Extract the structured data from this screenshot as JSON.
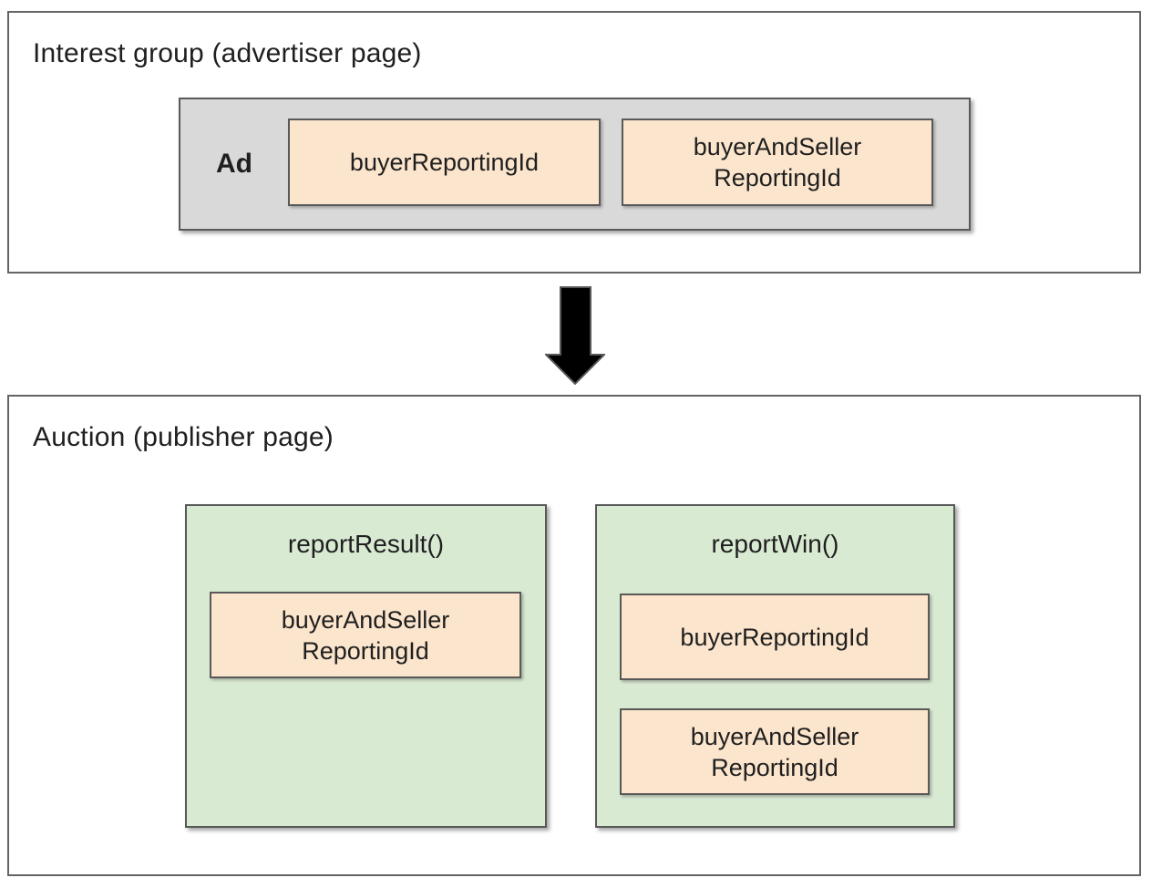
{
  "diagram": {
    "interest_group": {
      "title": "Interest group (advertiser page)",
      "ad": {
        "label": "Ad",
        "buyer_reporting_chip": "buyerReportingId",
        "buyer_and_seller_chip": {
          "line1": "buyerAndSeller",
          "line2": "ReportingId"
        }
      }
    },
    "auction": {
      "title": "Auction (publisher page)",
      "report_result": {
        "label": "reportResult()",
        "buyer_and_seller_chip": {
          "line1": "buyerAndSeller",
          "line2": "ReportingId"
        }
      },
      "report_win": {
        "label": "reportWin()",
        "buyer_reporting_chip": "buyerReportingId",
        "buyer_and_seller_chip": {
          "line1": "buyerAndSeller",
          "line2": "ReportingId"
        }
      }
    }
  },
  "icons": {
    "down_arrow": "down-arrow"
  },
  "colors": {
    "panel_border": "#646464",
    "box_border": "#595959",
    "ad_fill": "#d9d9d9",
    "chip_fill": "#fce5cd",
    "function_box_fill": "#d9ead3",
    "arrow_fill": "#000000",
    "text": "#1f1f1f",
    "background": "#ffffff"
  }
}
